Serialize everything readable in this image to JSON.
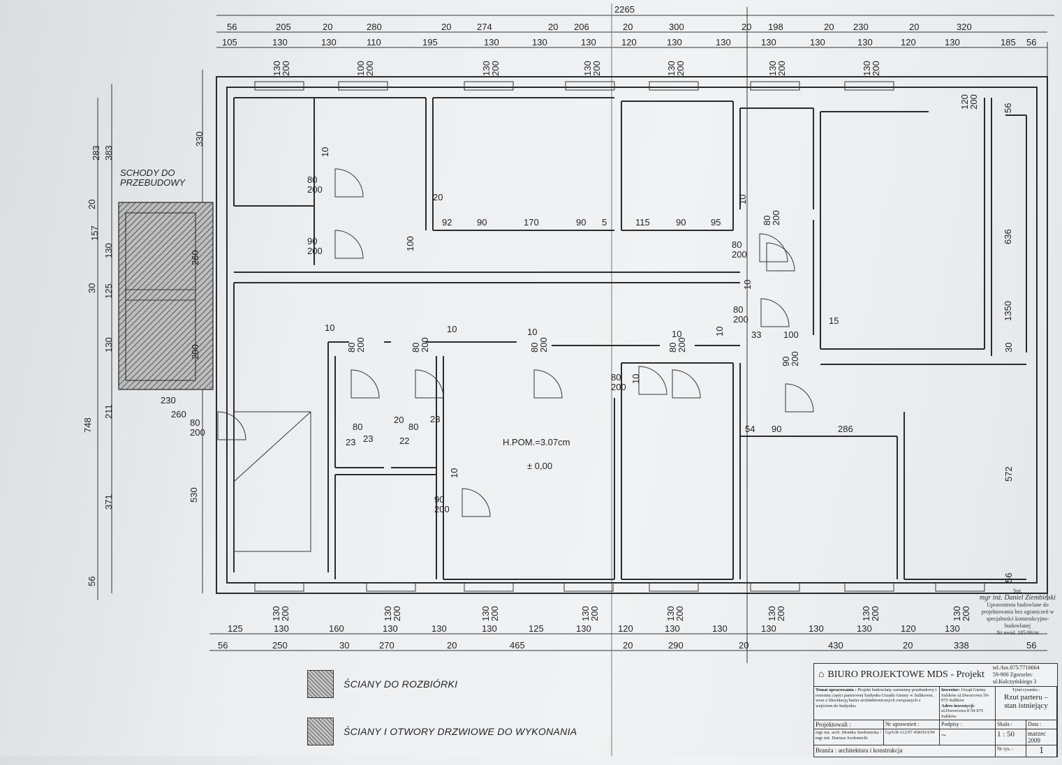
{
  "dims": {
    "overall": "2265",
    "top_row1": [
      "56",
      "205",
      "20",
      "280",
      "20",
      "274",
      "20",
      "206",
      "20",
      "300",
      "20",
      "198",
      "20",
      "230",
      "20",
      "320"
    ],
    "top_row2": [
      "105",
      "130",
      "130",
      "110",
      "195",
      "130",
      "130",
      "130",
      "120",
      "130",
      "130",
      "130",
      "130",
      "130",
      "120",
      "130",
      "185",
      "56"
    ],
    "bottom_row1": [
      "125",
      "130",
      "160",
      "130",
      "130",
      "130",
      "125",
      "130",
      "120",
      "130",
      "130",
      "130",
      "130",
      "130",
      "120",
      "130"
    ],
    "bottom_row2": [
      "56",
      "250",
      "30",
      "270",
      "20",
      "465",
      "20",
      "290",
      "20",
      "430",
      "20",
      "338",
      "56"
    ],
    "left_col": [
      "283",
      "383",
      "20",
      "157",
      "130",
      "30",
      "125",
      "130",
      "211",
      "748",
      "371",
      "56",
      "330",
      "530",
      "260",
      "200",
      "230",
      "260"
    ],
    "right_col": [
      "56",
      "636",
      "1350",
      "30",
      "572",
      "56"
    ],
    "interior": [
      "92",
      "90",
      "170",
      "90",
      "5",
      "115",
      "90",
      "95",
      "100",
      "20",
      "10",
      "10",
      "10",
      "10",
      "10",
      "10",
      "10",
      "33",
      "100",
      "15",
      "54",
      "90",
      "286",
      "80",
      "80",
      "20",
      "23",
      "23",
      "22",
      "23",
      "10",
      "10",
      "10"
    ]
  },
  "windows": [
    "130\n200",
    "100\n200",
    "130\n200",
    "130\n200",
    "130\n200",
    "130\n200",
    "130\n200",
    "120\n200"
  ],
  "window_label_top": "130",
  "window_label_bottom": "200",
  "doors": [
    {
      "w": "80",
      "h": "200"
    },
    {
      "w": "90",
      "h": "200"
    },
    {
      "w": "80",
      "h": "200"
    },
    {
      "w": "80",
      "h": "200"
    },
    {
      "w": "80",
      "h": "200"
    },
    {
      "w": "90",
      "h": "200"
    },
    {
      "w": "80",
      "h": "200"
    },
    {
      "w": "80",
      "h": "200"
    },
    {
      "w": "80",
      "h": "200"
    },
    {
      "w": "80",
      "h": "200"
    },
    {
      "w": "80",
      "h": "200"
    },
    {
      "w": "90",
      "h": "200"
    },
    {
      "w": "80",
      "h": "200"
    }
  ],
  "notes": {
    "stairs": "SCHODY DO",
    "stairs2": "PRZEBUDOWY",
    "room_height": "H.POM.=3.07cm",
    "level": "± 0,00"
  },
  "legend": [
    {
      "label": "ŚCIANY DO ROZBIÓRKI"
    },
    {
      "label": "ŚCIANY I OTWORY DRZWIOWE DO WYKONANIA"
    }
  ],
  "title_block": {
    "company": "BIURO PROJEKTOWE MDS - Projekt",
    "contact": [
      "tel./fax.075/7716664",
      "59-900 Zgorzelec",
      "ul.Kulczyńskiego 3"
    ],
    "topic_label": "Temat opracowania :",
    "topic": "Projekt budowlany zamienny przebudowy i remontu części parterowej budynku Urzędu Gminy w Sulikowie, wraz z likwidacją barier architektonicznych związanych z wejściem do budynku.",
    "investor_label": "Inwestor:",
    "investor": "Urząd Gminy Sulików ul.Dworcowa 59-975 Sulików",
    "address_label": "Adres inwestycji:",
    "address": "ul.Dworcowa 8 59-975 Sulików",
    "drawing_title_label": "Tytuł rysunku :",
    "drawing_title": "Rzut parteru – stan istniejący",
    "designers_label": "Projektowali :",
    "designers": "mgr inż. arch. Monika Szołomicka / mgr inż. Dariusz Szołomicki",
    "license_label": "Nr uprawnień :",
    "license": "Gp/UB-112/97 458/93/UW",
    "signatures_label": "Podpisy :",
    "scale_label": "Skala :",
    "scale": "1 : 50",
    "date_label": "Data :",
    "date": "marzec 2009",
    "number_label": "Nr rys. :",
    "number": "1",
    "branch": "Branża : architektura i konstrukcja"
  },
  "stamp": {
    "line1": "Spr.",
    "line2": "mgr inż. Daniel Ziembiński",
    "line3": "Uprawnienia budowlane do projektowania bez ograniczeń w specjalności konstrukcyjno-budowlanej",
    "line4": "Nr ewid. 185/06/nt"
  }
}
